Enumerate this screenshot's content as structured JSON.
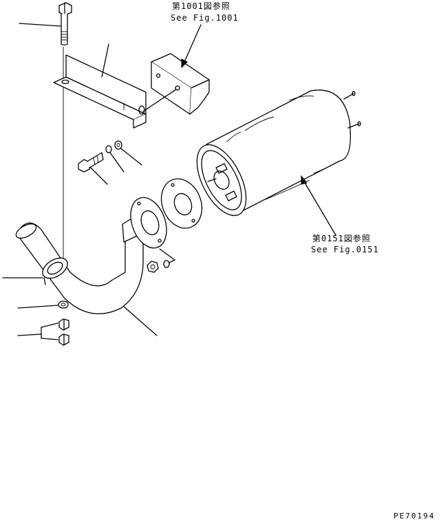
{
  "callouts": {
    "bracket_ref": {
      "line1": "第1001図参照",
      "line2": "See Fig.1001"
    },
    "muffler_ref": {
      "line1": "第0151図参照",
      "line2": "See Fig.0151"
    }
  },
  "drawing_code": "PE70194"
}
